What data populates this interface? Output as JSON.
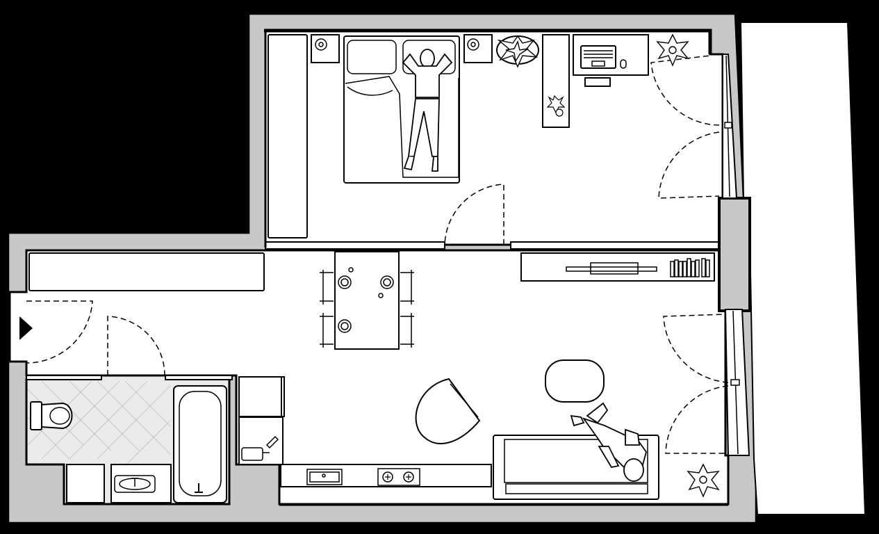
{
  "rooms": [
    "bedroom",
    "living-room",
    "kitchen",
    "bathroom",
    "entrance-hall",
    "balcony"
  ],
  "icons": {
    "entrance": "entrance-arrow-icon",
    "person_sleeping": "person-lying-icon",
    "person_sitting": "person-sitting-icon",
    "laptop": "laptop-icon",
    "plant": "plant-icon"
  },
  "colors": {
    "background": "#000000",
    "wall": "#c8c8c8",
    "floor": "#ffffff",
    "outline": "#000000"
  }
}
